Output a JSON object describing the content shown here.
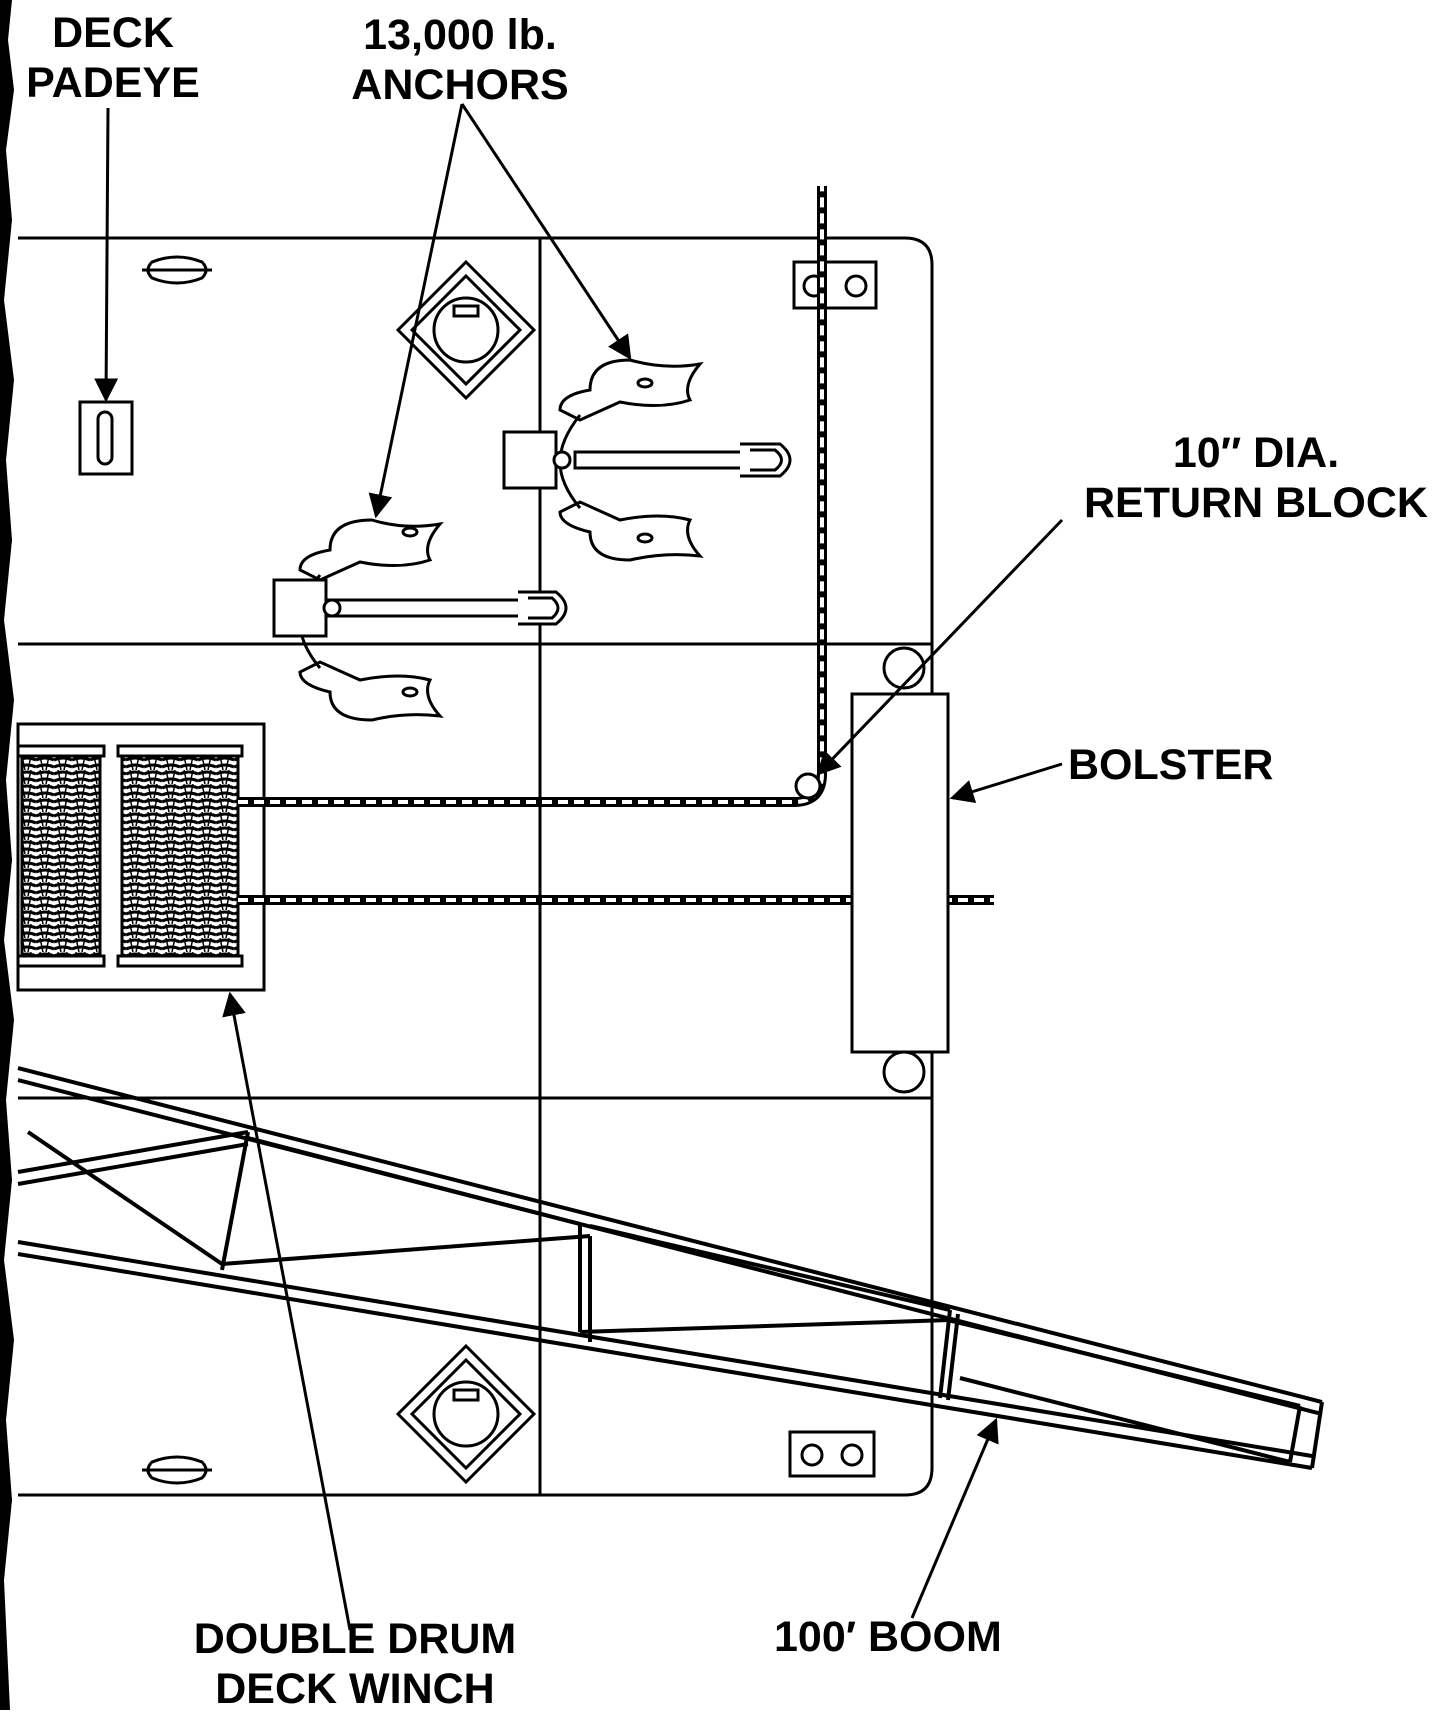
{
  "labels": {
    "deck_padeye": [
      "DECK",
      "PADEYE"
    ],
    "anchors": [
      "13,000 lb.",
      "ANCHORS"
    ],
    "return_block": [
      "10″ DIA.",
      "RETURN BLOCK"
    ],
    "bolster": "BOLSTER",
    "winch": [
      "DOUBLE DRUM",
      "DECK WINCH"
    ],
    "boom": "100′ BOOM"
  },
  "colors": {
    "ink": "#000000",
    "paper": "#ffffff"
  }
}
